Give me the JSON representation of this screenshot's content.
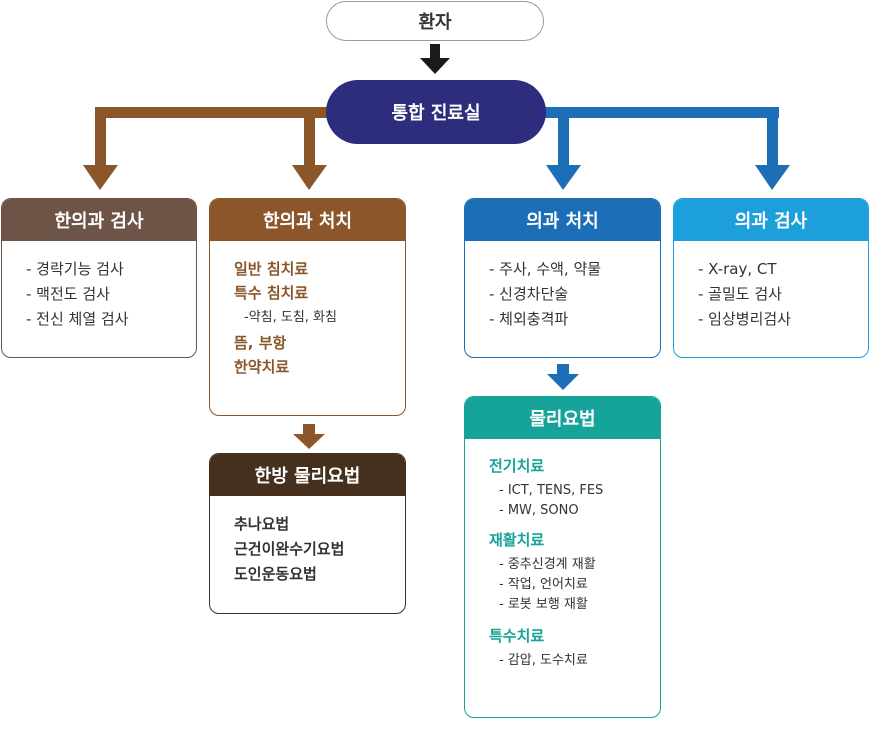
{
  "patient": "환자",
  "hub": "통합 진료실",
  "colors": {
    "hub": "#2d2c7d",
    "korean_medicine_exam": "#6d5447",
    "korean_medicine_treatment": "#8b572a",
    "korean_physical_therapy": "#45301e",
    "western_treatment": "#1c6fb7",
    "western_exam": "#1d9fdb",
    "physical_therapy": "#16a39a",
    "arrow_black": "#1a1a1a"
  },
  "km_exam": {
    "title": "한의과 검사",
    "items": [
      "- 경락기능 검사",
      "- 맥전도 검사",
      "- 전신 체열 검사"
    ]
  },
  "km_treatment": {
    "title": "한의과 처치",
    "line1": "일반 침치료",
    "line2": "특수 침치료",
    "sub": "-약침, 도침, 화침",
    "line3": "뜸, 부항",
    "line4": "한약치료"
  },
  "km_physio": {
    "title": "한방 물리요법",
    "items": [
      "추나요법",
      "근건이완수기요법",
      "도인운동요법"
    ]
  },
  "wm_treatment": {
    "title": "의과 처치",
    "items": [
      "- 주사, 수액, 약물",
      "- 신경차단술",
      "- 체외충격파"
    ]
  },
  "wm_exam": {
    "title": "의과 검사",
    "items": [
      "- X-ray, CT",
      "- 골밀도 검사",
      "- 임상병리검사"
    ]
  },
  "physio": {
    "title": "물리요법",
    "g1_title": "전기치료",
    "g1_items": [
      "- ICT, TENS, FES",
      "- MW, SONO"
    ],
    "g2_title": "재활치료",
    "g2_items": [
      "- 중추신경계 재활",
      "- 작업, 언어치료",
      "- 로봇 보행 재활"
    ],
    "g3_title": "특수치료",
    "g3_items": [
      "- 감압, 도수치료"
    ]
  }
}
